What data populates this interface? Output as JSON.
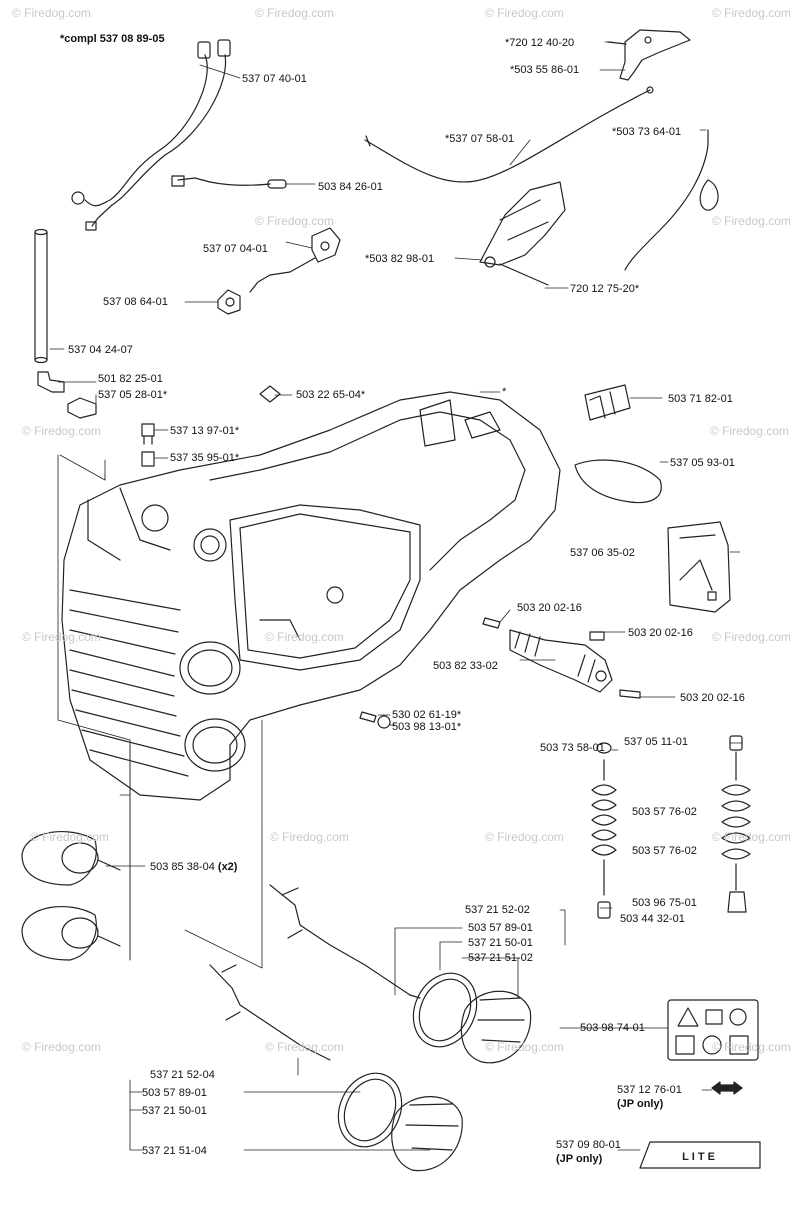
{
  "watermark": "© Firedog.com",
  "parts": {
    "p1a": "*compl 537 08 89-05",
    "p1b": "537 07 40-01",
    "p2": "503 84 26-01",
    "p3": "537 07 04-01",
    "p4": "537 08 64-01",
    "p5": "537 04 24-07",
    "p6": "501 82 25-01",
    "p7": "537 05 28-01*",
    "p8": "537 13 97-01*",
    "p9": "537 35 95-01*",
    "p10": "503 22 65-04*",
    "p10b": "*",
    "p11": "*720 12 40-20",
    "p12": "*503 55 86-01",
    "p13": "*537 07 58-01",
    "p14": "*503 73 64-01",
    "p15": "*503 82 98-01",
    "p16": "720 12 75-20*",
    "p17": "503 71 82-01",
    "p18": "537 05 93-01",
    "p19": "537 06 35-02",
    "p20": "503 20 02-16",
    "p21": "503 20 02-16",
    "p22": "503 82 33-02",
    "p23": "503 20 02-16",
    "p24": "530 02 61-19*",
    "p25": "503 98 13-01*",
    "p26": "503 73 58-01",
    "p27": "537 05 11-01",
    "p28": "503 57 76-02",
    "p29": "503 57 76-02",
    "p30": "503 96 75-01",
    "p31": "503 44 32-01",
    "p32a": "503 85 38-04",
    "p32b": "(x2)",
    "p33": "537 21 52-02",
    "p34": "503 57 89-01",
    "p35": "537 21 50-01",
    "p36": "537 21 51-02",
    "p37": "503 98 74-01",
    "p38": "537 12 76-01",
    "p38b": "(JP only)",
    "p39": "537 21 52-04",
    "p40": "503 57 89-01",
    "p41": "537 21 50-01",
    "p42": "537 21 51-04",
    "p43": "537 09 80-01",
    "p43b": "(JP only)",
    "decal_text": "LITE"
  }
}
